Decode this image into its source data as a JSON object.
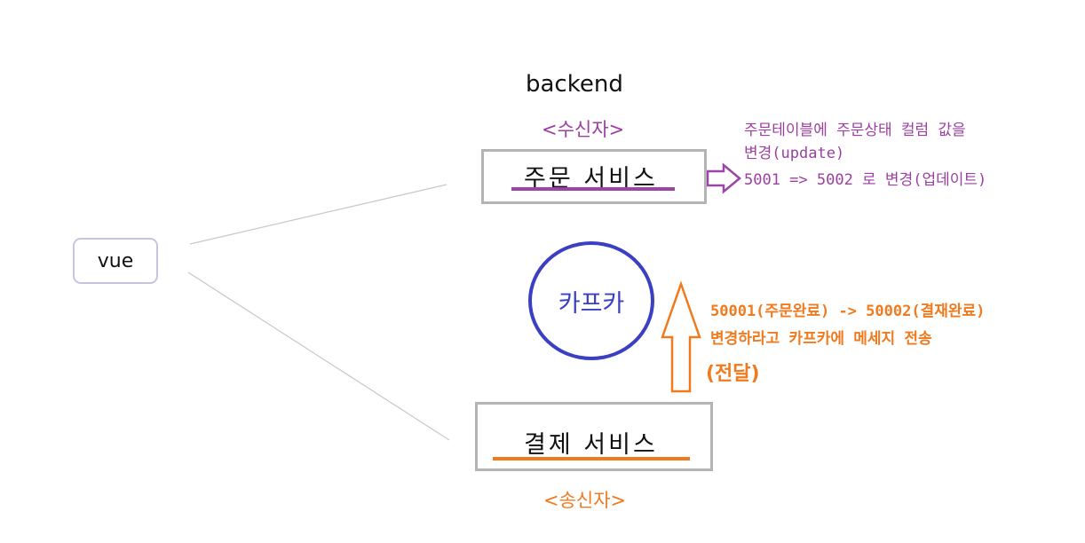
{
  "client": {
    "label": "vue"
  },
  "backend": {
    "title": "backend",
    "receiver_label": "<수신자>",
    "sender_label": "<송신자>"
  },
  "order_service": {
    "label": "주문 서비스",
    "underline_color": "#9b45a6",
    "notes": [
      "주문테이블에 주문상태 컬럼 값을",
      "변경(update)",
      "5001 => 5002 로 변경(업데이트)"
    ]
  },
  "kafka": {
    "label": "카프카",
    "color": "#3a3fc4"
  },
  "payment_service": {
    "label": "결제 서비스",
    "underline_color": "#f07a1e"
  },
  "message_flow": {
    "notes": [
      "50001(주문완료) -> 50002(결재완료)",
      "변경하라고 카프카에 메세지 전송"
    ],
    "arrow_label": "(전달)",
    "color": "#f07a1e"
  },
  "colors": {
    "purple": "#9b3fa0",
    "orange": "#f07a1e",
    "box_border": "#b4b4b4"
  }
}
